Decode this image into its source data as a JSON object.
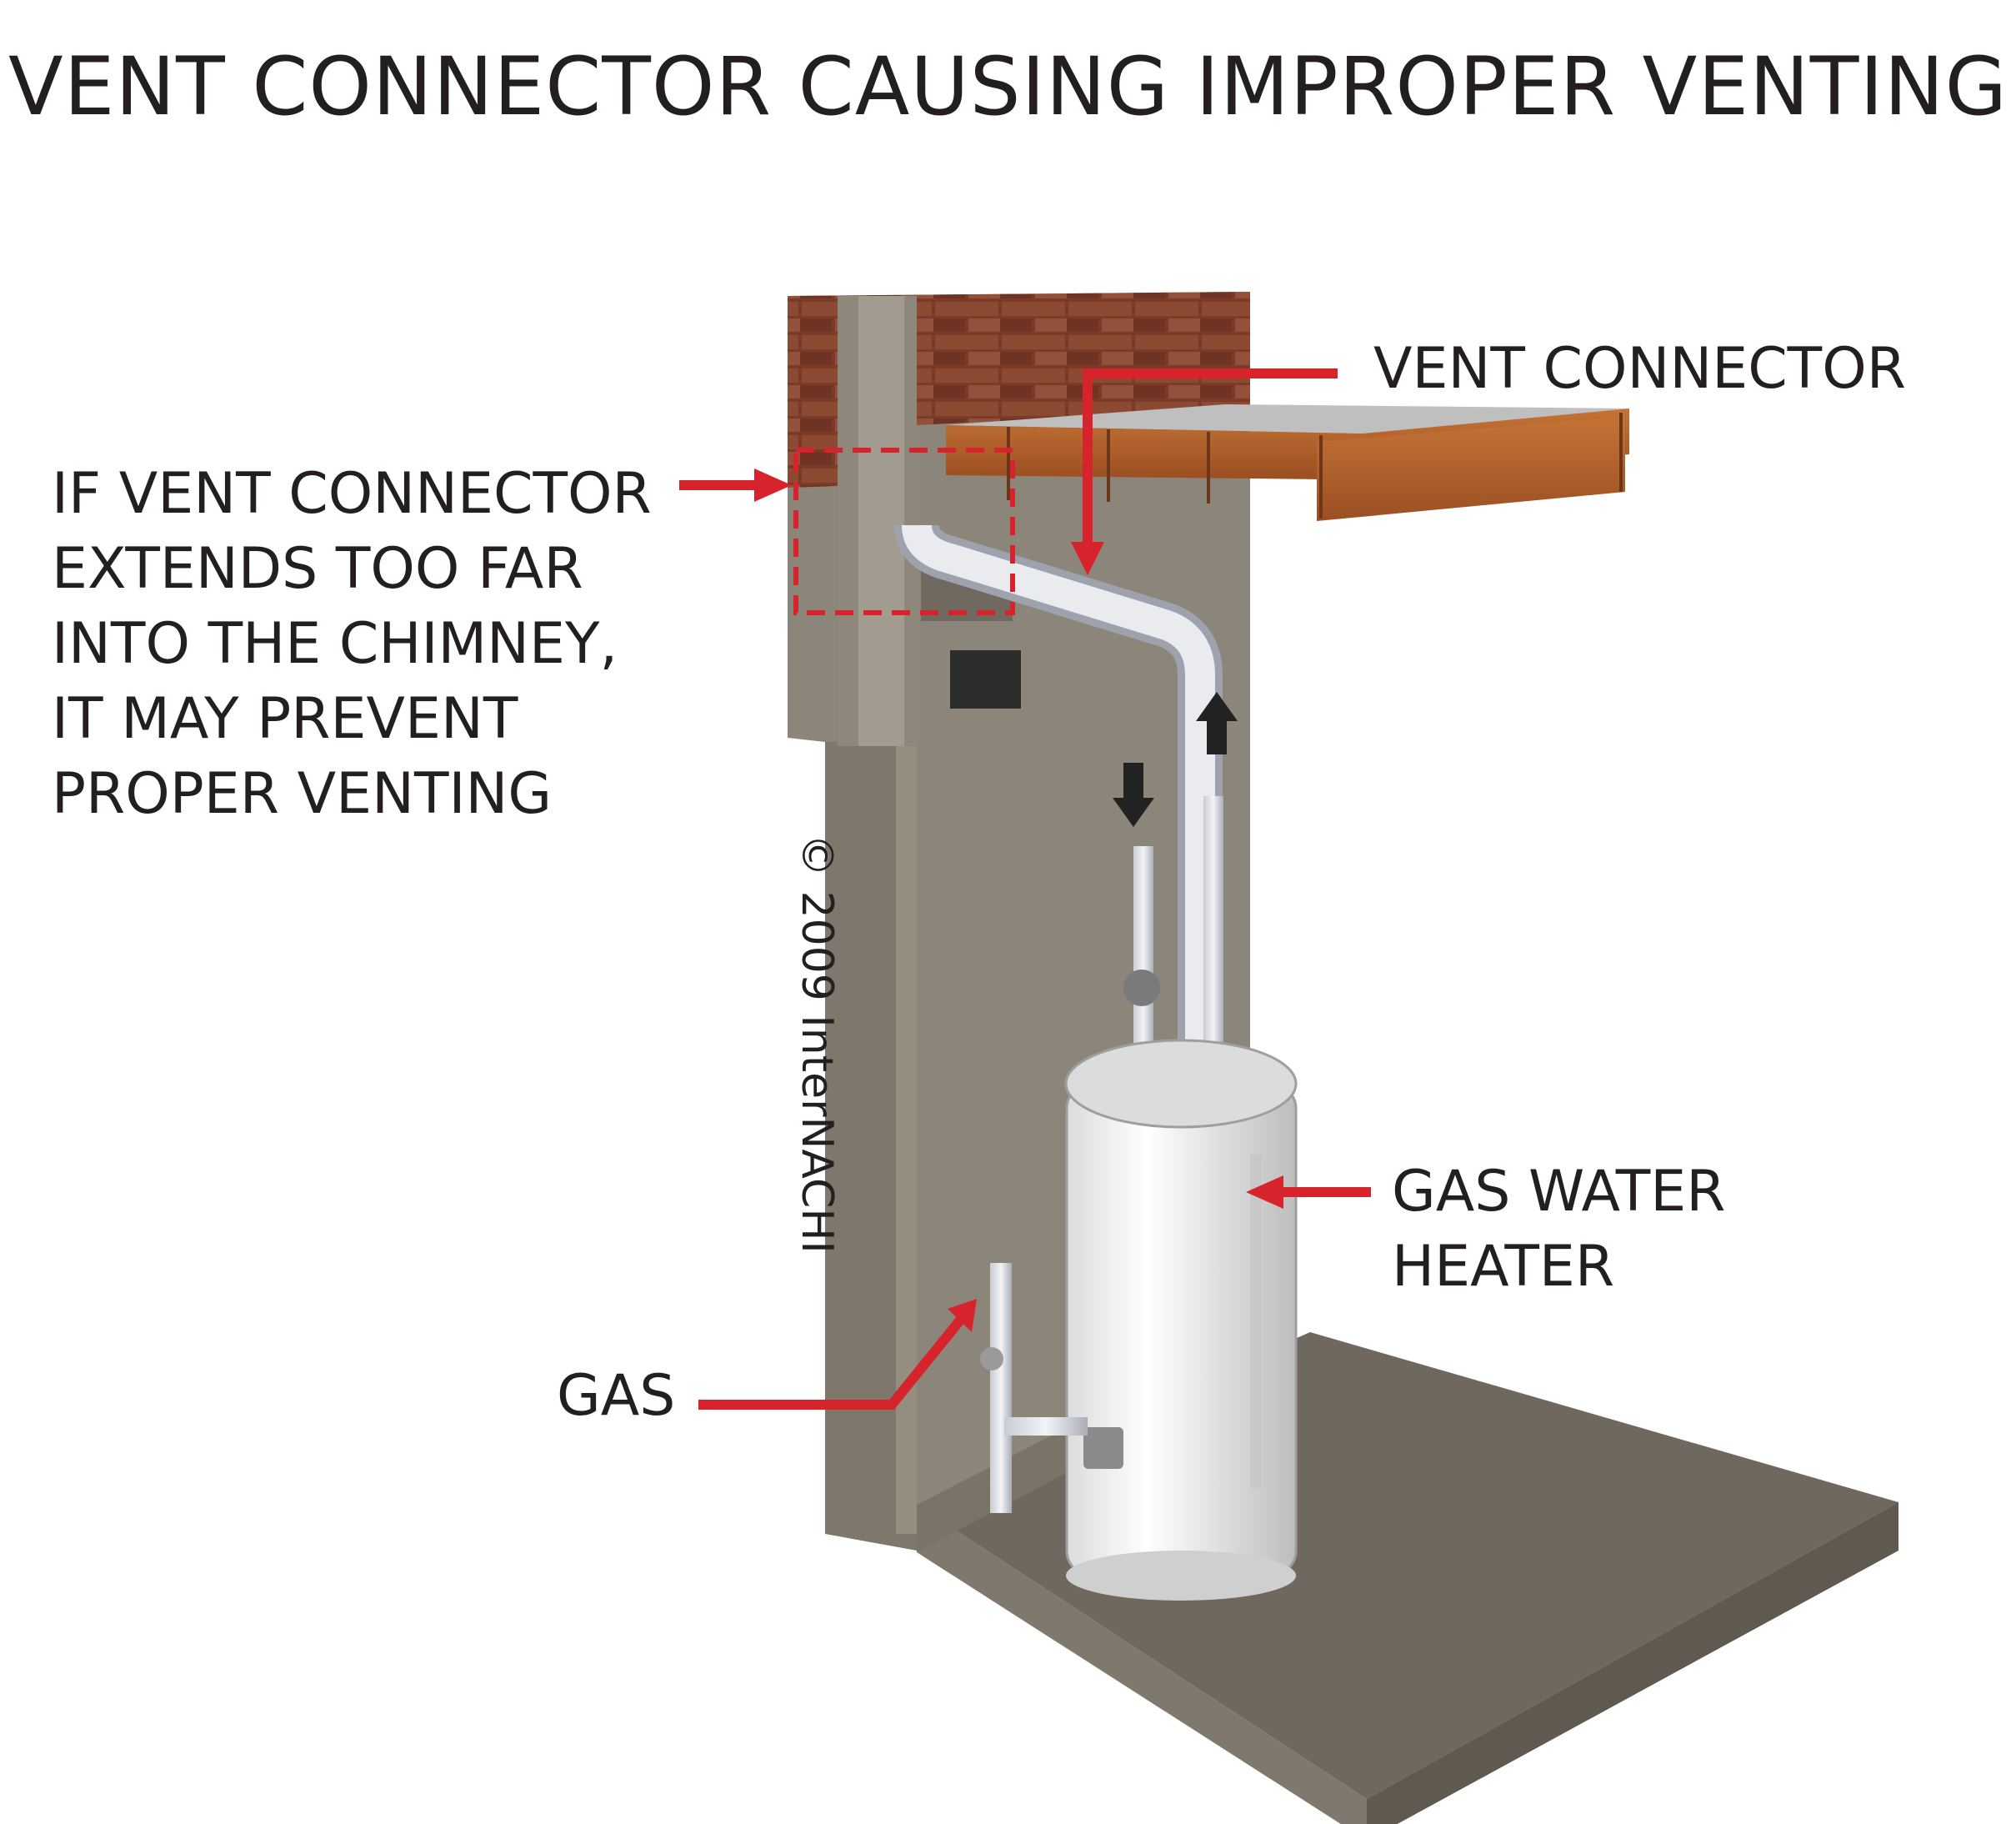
{
  "title": "VENT CONNECTOR CAUSING IMPROPER VENTING",
  "labels": {
    "vent_connector": "VENT CONNECTOR",
    "warning": [
      "IF VENT CONNECTOR",
      "EXTENDS TOO FAR",
      "INTO THE CHIMNEY,",
      "IT MAY PREVENT",
      "PROPER VENTING"
    ],
    "gas_water_heater": [
      "GAS WATER",
      "HEATER"
    ],
    "gas": "GAS"
  },
  "copyright": "© 2009 InterNACHI",
  "colors": {
    "callout_red": "#d7232b",
    "concrete": "#8c8579",
    "brick": "#7a3b28",
    "joist_wood": "#b5622e",
    "heater_white": "#f4f4f4",
    "text": "#231f20"
  },
  "icons": [
    "arrow-up-icon",
    "arrow-down-icon"
  ]
}
